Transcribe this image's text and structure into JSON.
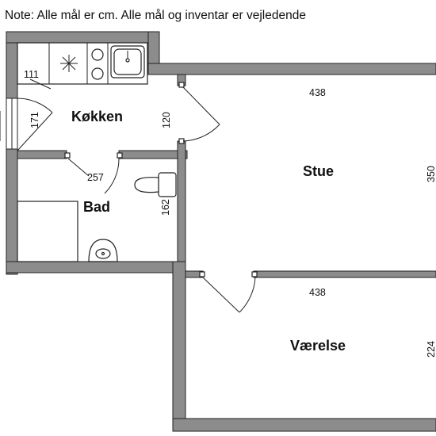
{
  "note": "Note: Alle mål er cm. Alle mål og inventar er vejledende",
  "rooms": {
    "kitchen": "Køkken",
    "bath": "Bad",
    "living": "Stue",
    "bedroom": "Værelse"
  },
  "dimensions": {
    "kitchen_counter": "111",
    "kitchen_left": "171",
    "kitchen_right": "120",
    "bath_width": "257",
    "bath_height": "162",
    "living_width": "438",
    "living_height": "350",
    "bedroom_width": "438",
    "bedroom_height": "224"
  }
}
